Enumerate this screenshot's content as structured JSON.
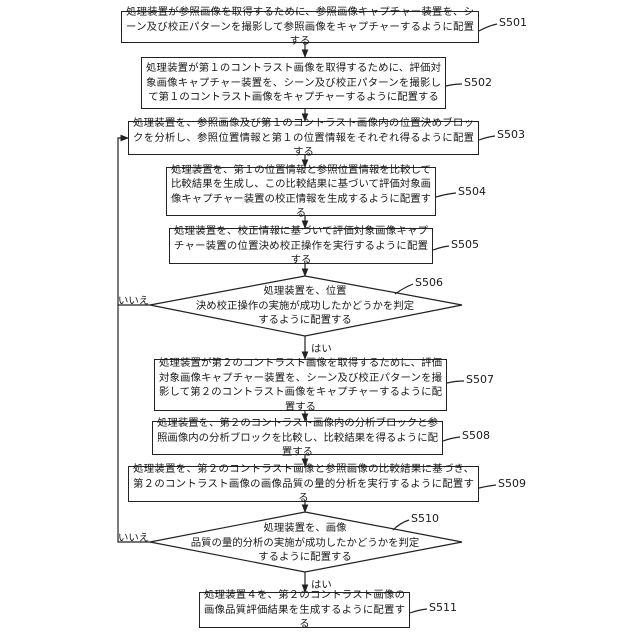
{
  "steps": {
    "s501": {
      "id": "S501",
      "text": "処理装置が参照画像を取得するために、参照画像キャプチャー装置を、シーン及び校正パターンを撮影して参照画像をキャプチャーするように配置する"
    },
    "s502": {
      "id": "S502",
      "text": "処理装置が第１のコントラスト画像を取得するために、評価対象画像キャプチャー装置を、シーン及び校正パターンを撮影して第１のコントラスト画像をキャプチャーするように配置する"
    },
    "s503": {
      "id": "S503",
      "text": "処理装置を、参照画像及び第１のコントラスト画像内の位置決めブロックを分析し、参照位置情報と第１の位置情報をそれぞれ得るように配置する"
    },
    "s504": {
      "id": "S504",
      "text": "処理装置を、第１の位置情報と参照位置情報を比較して比較結果を生成し、この比較結果に基づいて評価対象画像キャプチャー装置の校正情報を生成するように配置する"
    },
    "s505": {
      "id": "S505",
      "text": "処理装置を、校正情報に基づいて評価対象画像キャプチャー装置の位置決め校正操作を実行するように配置する"
    },
    "s506": {
      "id": "S506",
      "lines": [
        "処理装置を、位置",
        "決め校正操作の実施が成功したかどうかを判定",
        "するように配置する"
      ]
    },
    "s507": {
      "id": "S507",
      "text": "処理装置が第２のコントラスト画像を取得するために、評価対象画像キャプチャー装置を、シーン及び校正パターンを撮影して第２のコントラスト画像をキャプチャーするように配置する"
    },
    "s508": {
      "id": "S508",
      "text": "処理装置を、第２のコントラスト画像内の分析ブロックと参照画像内の分析ブロックを比較し、比較結果を得るように配置する"
    },
    "s509": {
      "id": "S509",
      "text": "処理装置を、第２のコントラスト画像と参照画像の比較結果に基づき、第２のコントラスト画像の画像品質の量的分析を実行するように配置する"
    },
    "s510": {
      "id": "S510",
      "lines": [
        "処理装置を、画像",
        "品質の量的分析の実施が成功したかどうかを判定",
        "するように配置する"
      ]
    },
    "s511": {
      "id": "S511",
      "text": "処理装置４を、第２のコントラスト画像の画像品質評価結果を生成するように配置する"
    }
  },
  "branches": {
    "yes": "はい",
    "no": "いいえ"
  }
}
